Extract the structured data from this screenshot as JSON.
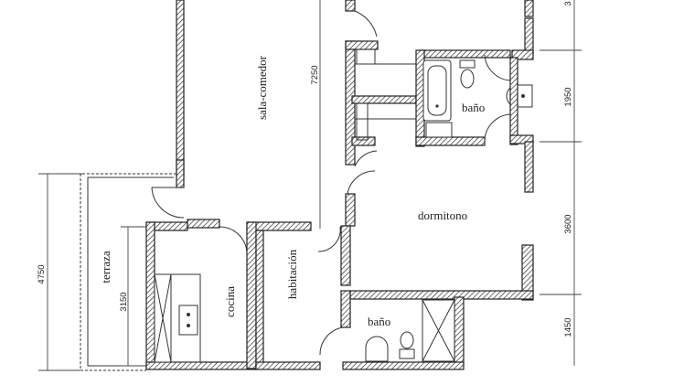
{
  "rooms": {
    "sala_comedor": "sala-comedor",
    "bano_upper": "baño",
    "dormitorio": "dormitono",
    "terraza": "terraza",
    "cocina": "cocina",
    "habitacion": "habitación",
    "bano_lower": "baño"
  },
  "dimensions": {
    "d7250": "7250",
    "d1950": "1950",
    "d3600": "3600",
    "d1450": "1450",
    "d4750": "4750",
    "d3150": "3150",
    "d_top_right": "3"
  }
}
